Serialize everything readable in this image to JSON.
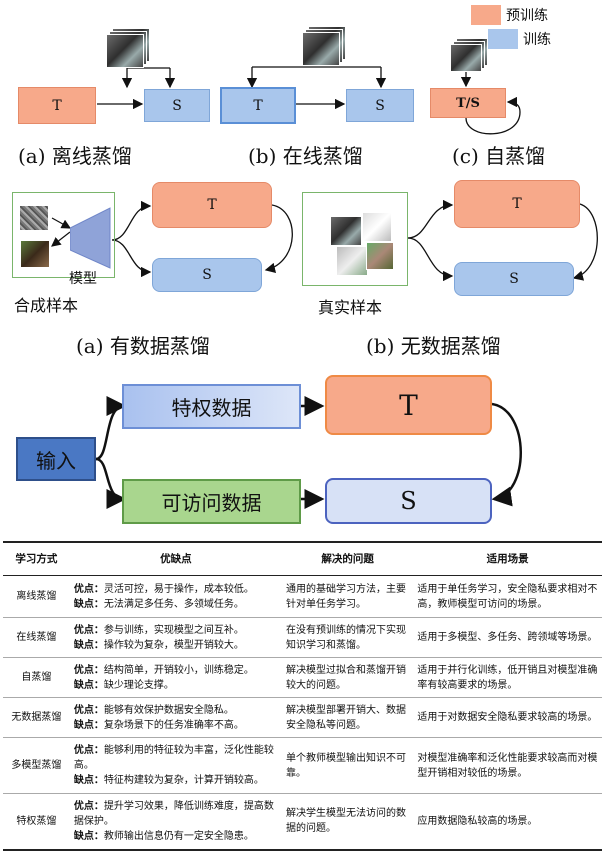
{
  "legend": {
    "pretrain": "预训练",
    "train": "训练",
    "pretrain_color": "#f7a98a",
    "train_color": "#a9c6ec"
  },
  "top_row": {
    "offline": {
      "teacher": "T",
      "student": "S",
      "caption": "(a)  离线蒸馏"
    },
    "online": {
      "teacher": "T",
      "student": "S",
      "caption": "(b)  在线蒸馏"
    },
    "self": {
      "node": "T/S",
      "caption": "(c)  自蒸馏"
    }
  },
  "middle_row": {
    "with_data": {
      "generator_label": "模型",
      "samples_label": "合成样本",
      "teacher": "T",
      "student": "S",
      "caption": "(a)  有数据蒸馏"
    },
    "data_free": {
      "samples_label": "真实样本",
      "teacher": "T",
      "student": "S",
      "caption": "(b)  无数据蒸馏"
    }
  },
  "privileged": {
    "input": "输入",
    "privileged_data": "特权数据",
    "accessible_data": "可访问数据",
    "teacher": "T",
    "student": "S"
  },
  "table": {
    "headers": [
      "学习方式",
      "优缺点",
      "解决的问题",
      "适用场景"
    ],
    "rows": [
      {
        "method": "离线蒸馏",
        "pro_label": "优点：",
        "pro": "灵活可控，易于操作，成本较低。",
        "con_label": "缺点：",
        "con": "无法满足多任务、多领域任务。",
        "problem": "通用的基础学习方法，主要针对单任务学习。",
        "scenario": "适用于单任务学习，安全隐私要求相对不高，教师模型可访问的场景。"
      },
      {
        "method": "在线蒸馏",
        "pro_label": "优点：",
        "pro": "参与训练，实现模型之间互补。",
        "con_label": "缺点：",
        "con": "操作较为复杂，模型开销较大。",
        "problem": "在没有预训练的情况下实现知识学习和蒸馏。",
        "scenario": "适用于多模型、多任务、跨领域等场景。"
      },
      {
        "method": "自蒸馏",
        "pro_label": "优点：",
        "pro": "结构简单，开销较小，训练稳定。",
        "con_label": "缺点：",
        "con": "缺少理论支撑。",
        "problem": "解决模型过拟合和蒸馏开销较大的问题。",
        "scenario": "适用于并行化训练，低开销且对模型准确率有较高要求的场景。"
      },
      {
        "method": "无数据蒸馏",
        "pro_label": "优点：",
        "pro": "能够有效保护数据安全隐私。",
        "con_label": "缺点：",
        "con": "复杂场景下的任务准确率不高。",
        "problem": "解决模型部署开销大、数据安全隐私等问题。",
        "scenario": "适用于对数据安全隐私要求较高的场景。"
      },
      {
        "method": "多模型蒸馏",
        "pro_label": "优点：",
        "pro": "能够利用的特征较为丰富，泛化性能较高。",
        "con_label": "缺点：",
        "con": "特征构建较为复杂，计算开销较高。",
        "problem": "单个教师模型输出知识不可靠。",
        "scenario": "对模型准确率和泛化性能要求较高而对模型开销相对较低的场景。"
      },
      {
        "method": "特权蒸馏",
        "pro_label": "优点：",
        "pro": "提升学习效果，降低训练难度，提高数据保护。",
        "con_label": "缺点：",
        "con": "教师输出信息仍有一定安全隐患。",
        "problem": "解决学生模型无法访问的数据的问题。",
        "scenario": "应用数据隐私较高的场景。"
      }
    ]
  }
}
